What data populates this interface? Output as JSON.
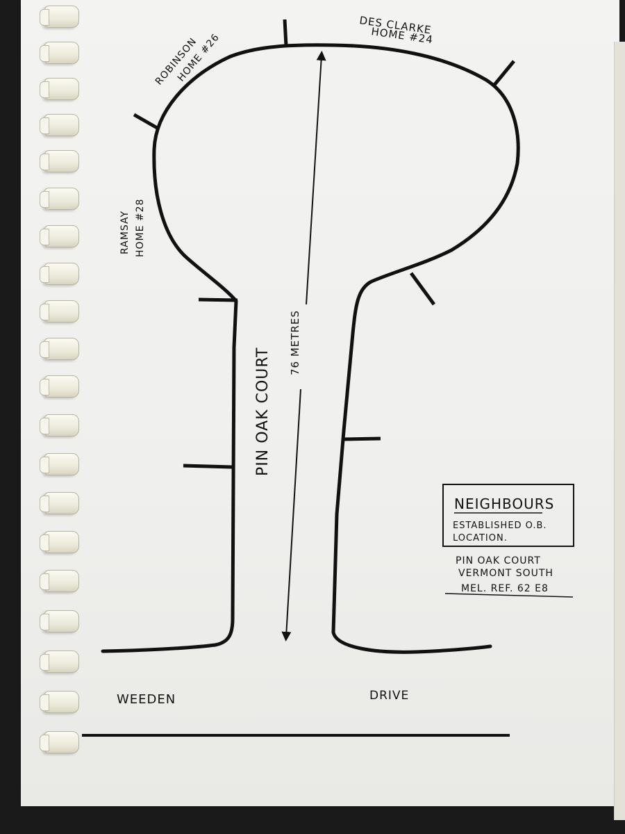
{
  "map": {
    "street_name": "PIN OAK COURT",
    "distance_label": "76 METRES",
    "main_road_left": "WEEDEN",
    "main_road_right": "DRIVE",
    "homes": [
      {
        "name": "DES CLARKE",
        "detail": "HOME #24"
      },
      {
        "name": "ROBINSON",
        "detail": "HOME #26"
      },
      {
        "name": "RAMSAY",
        "detail": "HOME #28"
      }
    ]
  },
  "legend": {
    "title": "NEIGHBOURS",
    "line1": "ESTABLISHED O.B.",
    "line2": "LOCATION."
  },
  "reference": {
    "line1": "PIN OAK COURT",
    "line2": "VERMONT SOUTH",
    "line3": "MEL. REF. 62 E8"
  },
  "colors": {
    "ink": "#111111",
    "paper": "#f1f1ef",
    "binding": "#f3f1e4"
  }
}
